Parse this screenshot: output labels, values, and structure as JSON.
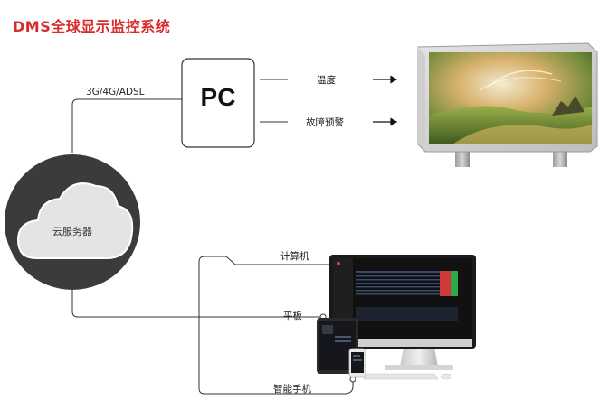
{
  "title": "DMS全球显示监控系统",
  "labels": {
    "network": "3G/4G/ADSL",
    "pc": "PC",
    "temperature": "温度",
    "fault_warning": "故障预警",
    "cloud_service": "云服务器",
    "computer": "计算机",
    "tablet": "平板",
    "smartphone": "智能手机"
  }
}
